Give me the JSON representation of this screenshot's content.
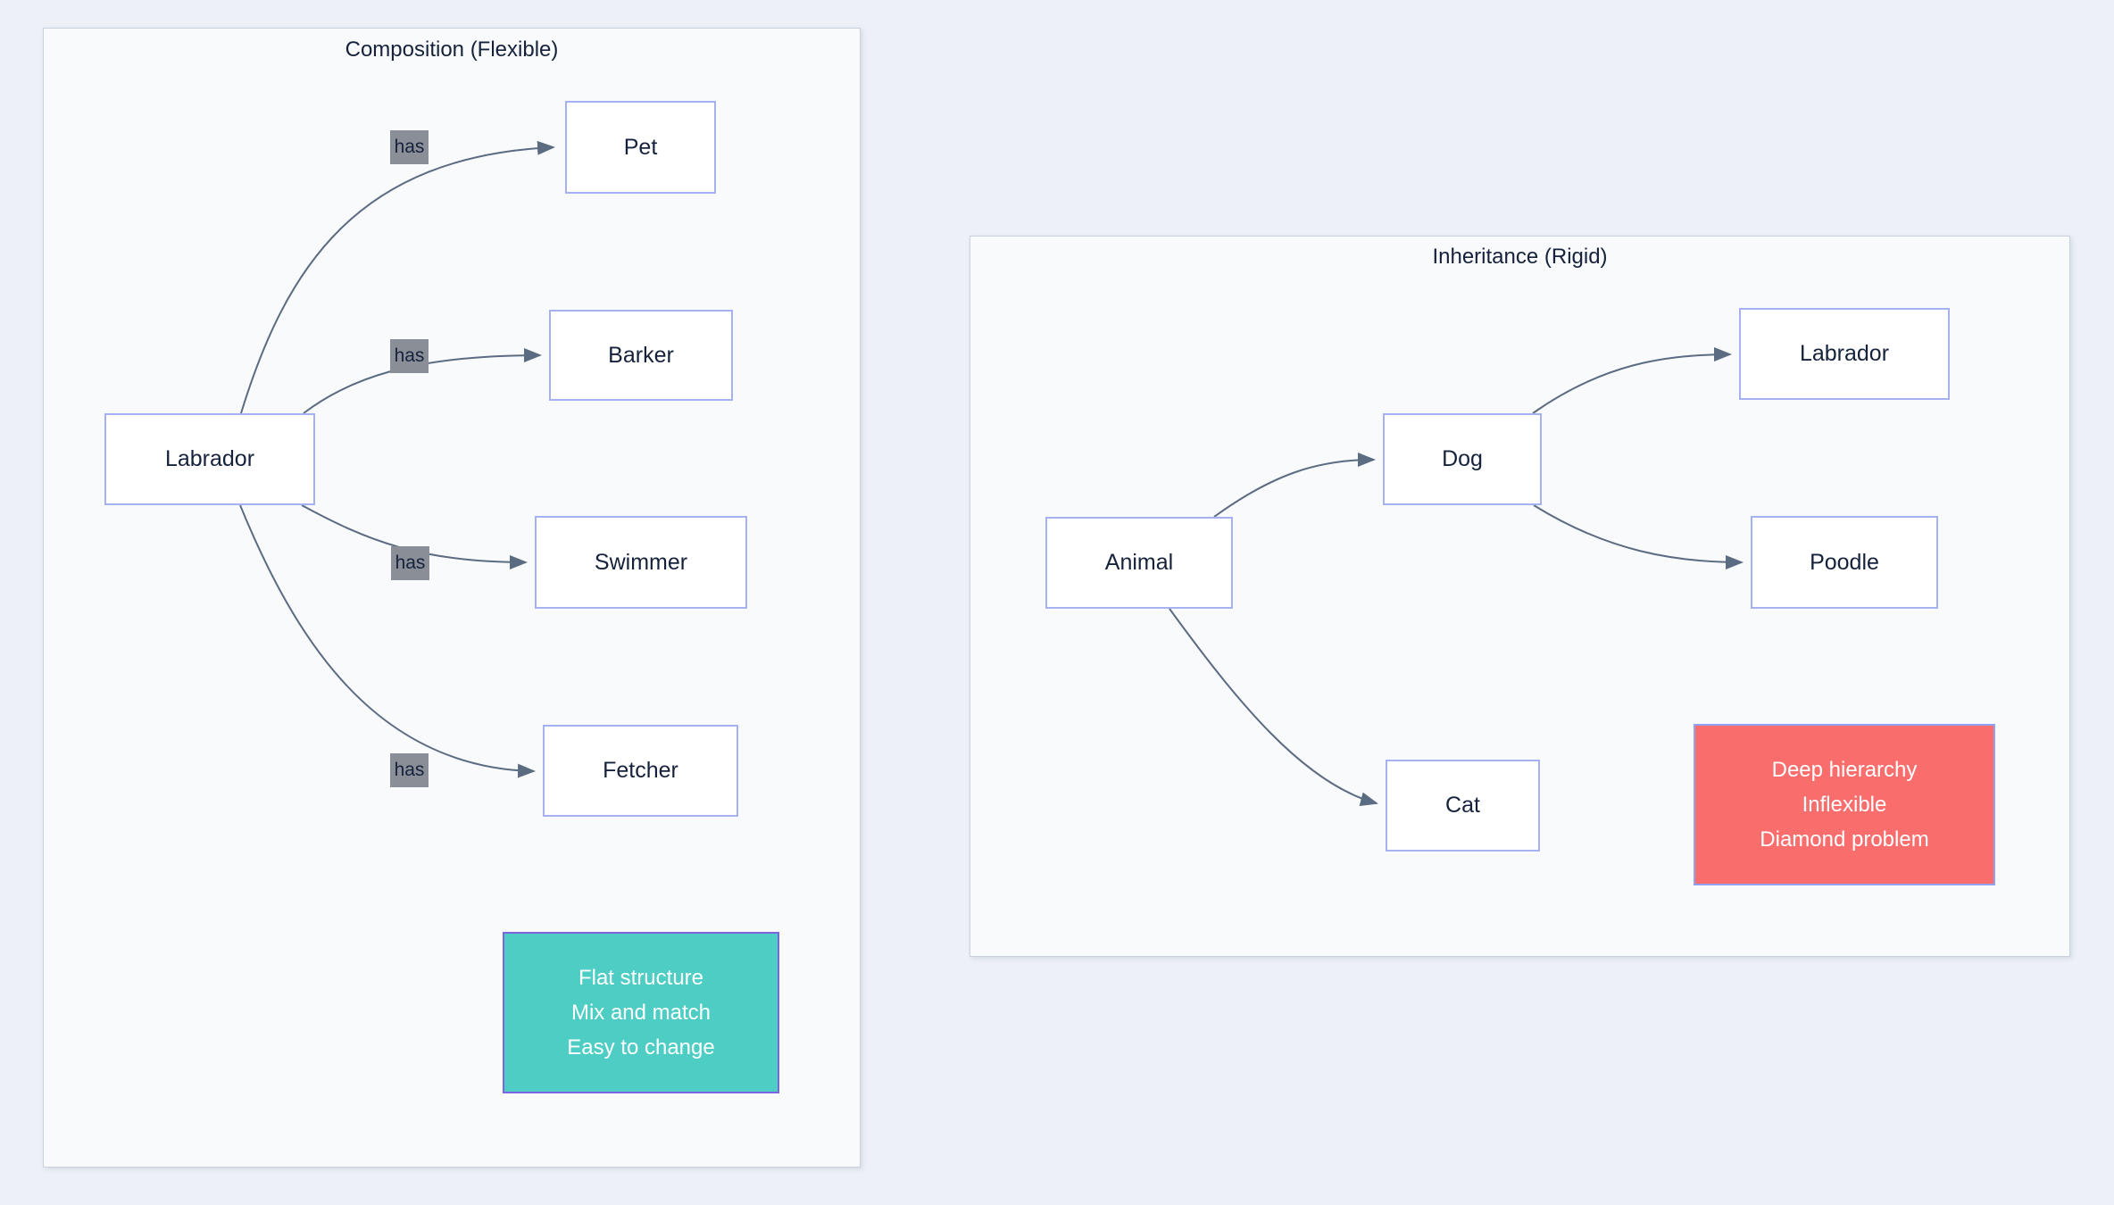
{
  "panels": {
    "composition": {
      "title": "Composition (Flexible)",
      "root": "Labrador",
      "children": [
        "Pet",
        "Barker",
        "Swimmer",
        "Fetcher"
      ],
      "edges": [
        {
          "label": "has"
        },
        {
          "label": "has"
        },
        {
          "label": "has"
        },
        {
          "label": "has"
        }
      ],
      "note": {
        "lines": [
          "Flat structure",
          "Mix and match",
          "Easy to change"
        ]
      }
    },
    "inheritance": {
      "title": "Inheritance (Rigid)",
      "nodes": {
        "root": "Animal",
        "dog": "Dog",
        "cat": "Cat",
        "labrador": "Labrador",
        "poodle": "Poodle"
      },
      "note": {
        "lines": [
          "Deep hierarchy",
          "Inflexible",
          "Diamond problem"
        ]
      }
    }
  },
  "colors": {
    "page-bg": "#edf1f7",
    "panel-bg": "#f8fafc",
    "panel-border": "#c9d1de",
    "node-fill": "#ffffff",
    "node-border": "#a6b1f2",
    "text": "#16223c",
    "edge": "#5b6b82",
    "label-bg": "#898e97",
    "good-fill": "#4ecdc4",
    "good-border": "#7c66e0",
    "bad-fill": "#f96d6d",
    "bad-border": "#92a2f2"
  }
}
